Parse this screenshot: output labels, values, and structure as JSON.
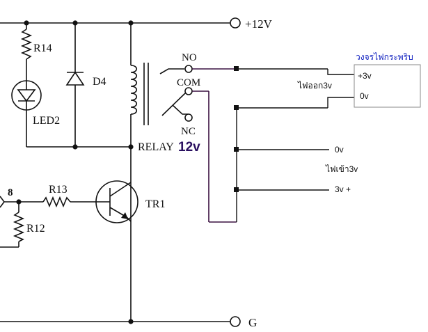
{
  "labels": {
    "vcc": "+12V",
    "gnd": "G",
    "r14": "R14",
    "d4": "D4",
    "led2": "LED2",
    "relay": "RELAY",
    "relay_voltage": "12v",
    "no": "NO",
    "com": "COM",
    "nc": "NC",
    "r13": "R13",
    "r12": "R12",
    "tr1": "TR1",
    "input_pin": "8",
    "output_circuit_title": "วงจรไฟกระพริบ",
    "output_plus": "+3v",
    "output_zero": "0v",
    "power_out": "ไฟออก3v",
    "rail_zero": "0v",
    "power_in": "ไฟเข้า3v",
    "rail_plus": "3v +"
  },
  "colors": {
    "line": "#111111",
    "wire_purple": "#3a1040",
    "relay_voltage": "#2a1060",
    "title_blue": "#1020c0",
    "box_border": "#888888"
  }
}
